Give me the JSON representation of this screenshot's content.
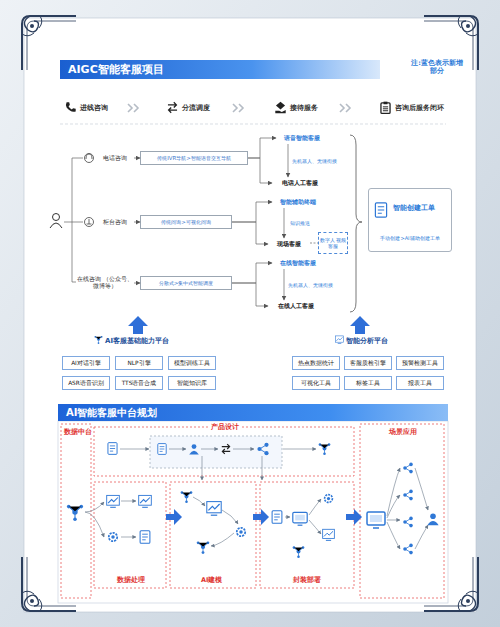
{
  "diagram": {
    "title": "AIGC智能客服项目",
    "nodes": [
      {
        "text": [
          "电话咨询"
        ]
      },
      {
        "text": [
          "传统IVR导航>智能语音交互导航"
        ]
      },
      {
        "text": [
          "语音智能客服"
        ]
      },
      {
        "text": [
          "电话人工客服"
        ]
      },
      {
        "text": [
          "柜台咨询"
        ]
      },
      {
        "text": [
          "传统问询>可视化问询"
        ]
      },
      {
        "text": [
          "智能辅助终端"
        ]
      },
      {
        "text": [
          "现场客服"
        ]
      },
      {
        "text": [
          "数字人 视频客服"
        ]
      },
      {
        "text": [
          "在线咨询 （公众号、微博等）"
        ]
      },
      {
        "text": [
          "分散式>集中式智能调度"
        ]
      },
      {
        "text": [
          "在线智能客服"
        ]
      },
      {
        "text": [
          "在线人工客服"
        ]
      },
      {
        "text": [
          "智能创建工单",
          "手动创建>AI辅助创建工单"
        ]
      },
      {
        "text": [
          "AI对话引擎"
        ]
      },
      {
        "text": [
          "NLP引擎"
        ]
      },
      {
        "text": [
          "模型训练工具"
        ]
      },
      {
        "text": [
          "ASR语音识别"
        ]
      },
      {
        "text": [
          "TTS语音合成"
        ]
      },
      {
        "text": [
          "智能知识库"
        ]
      },
      {
        "text": [
          "热点数据统计"
        ]
      },
      {
        "text": [
          "客服质检引擎"
        ]
      },
      {
        "text": [
          "预警检测工具"
        ]
      },
      {
        "text": [
          "可视化工具"
        ]
      },
      {
        "text": [
          "标签工具"
        ]
      },
      {
        "text": [
          "报表工具"
        ]
      },
      {
        "text": [
          "AI智能客服中台规划"
        ]
      }
    ],
    "edges": [
      {
        "from": 0,
        "to": 1,
        "arrow": "to"
      },
      {
        "from": 1,
        "to": 2,
        "arrow": "to"
      },
      {
        "from": 1,
        "to": 3,
        "arrow": "to"
      },
      {
        "from": 2,
        "to": 3,
        "label": "先机器人、无缝衔接",
        "arrow": "to"
      },
      {
        "from": 4,
        "to": 5,
        "arrow": "to"
      },
      {
        "from": 5,
        "to": 6,
        "arrow": "to"
      },
      {
        "from": 5,
        "to": 7,
        "arrow": "to"
      },
      {
        "from": 6,
        "to": 7,
        "label": "知识推送",
        "arrow": "to"
      },
      {
        "from": 7,
        "to": 8,
        "arrow": "none"
      },
      {
        "from": 9,
        "to": 10,
        "arrow": "to"
      },
      {
        "from": 10,
        "to": 11,
        "arrow": "to"
      },
      {
        "from": 10,
        "to": 12,
        "arrow": "to"
      },
      {
        "from": 11,
        "to": 12,
        "label": "先机器人、无缝衔接",
        "arrow": "to"
      }
    ],
    "labels": [
      "注:蓝色表示新增 部分",
      "进线咨询",
      "分流调度",
      "接待服务",
      "咨询后服务闭环",
      "AI客服基础能力平台",
      "智能分析平台",
      "数据中台",
      "产品设计",
      "场景应用",
      "数据处理",
      "AI建模",
      "封装部署"
    ]
  }
}
